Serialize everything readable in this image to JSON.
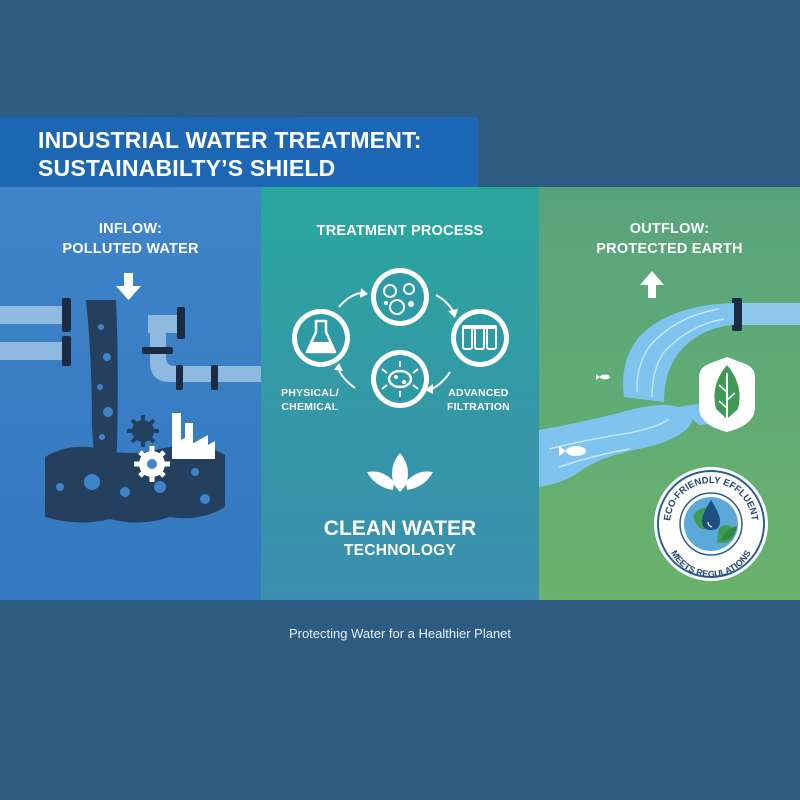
{
  "title": {
    "line1": "INDUSTRIAL WATER TREATMENT:",
    "line2": "SUSTAINABILTY’S SHIELD"
  },
  "inflow": {
    "heading_line1": "INFLOW:",
    "heading_line2": "POLLUTED WATER"
  },
  "treatment": {
    "heading": "TREATMENT PROCESS",
    "label_physical_line1": "PHYSICAL/",
    "label_physical_line2": "CHEMICAL",
    "label_advanced_line1": "ADVANCED",
    "label_advanced_line2": "FILTRATION",
    "clean_line1": "CLEAN WATER",
    "clean_line2": "TECHNOLOGY"
  },
  "outflow": {
    "heading_line1": "OUTFLOW:",
    "heading_line2": "PROTECTED EARTH",
    "badge_top": "ECO-FRIENDLY EFFLUENT",
    "badge_bottom": "MEETS REGULATIONS"
  },
  "footer": "Protecting Water for a Healthier Planet",
  "colors": {
    "background": "#2d5b82",
    "title_banner": "#1d66b1",
    "inflow_panel": "#3a7ec4",
    "treatment_panel": "#2aa79d",
    "outflow_panel": "#62ad72",
    "polluted_water": "#25405e",
    "clean_water": "#7ec4ee"
  }
}
